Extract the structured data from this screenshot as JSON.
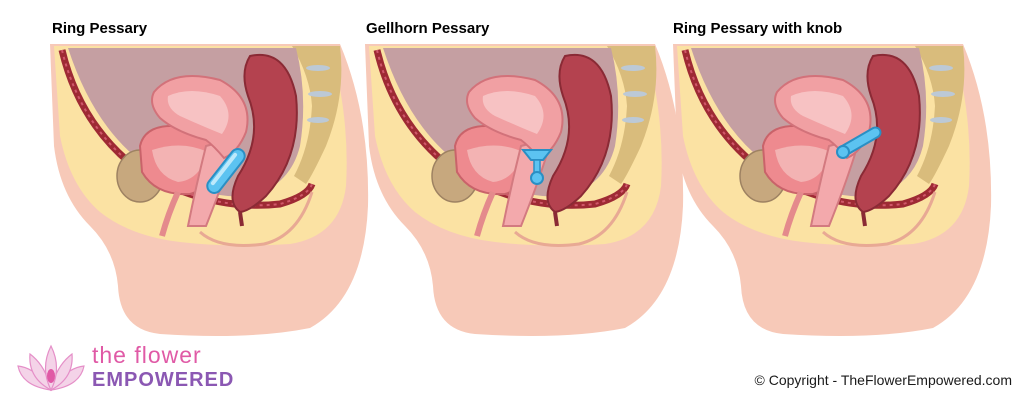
{
  "panels": [
    {
      "title": "Ring Pessary"
    },
    {
      "title": "Gellhorn Pessary"
    },
    {
      "title": "Ring Pessary with knob"
    }
  ],
  "logo": {
    "line1": "the flower",
    "line2": "EMPOWERED"
  },
  "copyright": "© Copyright - TheFlowerEmpowered.com",
  "colors": {
    "skin": "#f7c9b8",
    "fat": "#fbe2a3",
    "cavity": "#c59fa2",
    "uterus": "#f1a0a3",
    "rectum": "#b4424f",
    "muscle_wall": "#9e2a34",
    "bladder": "#ee8a8f",
    "pessary": "#5cc3f1"
  }
}
